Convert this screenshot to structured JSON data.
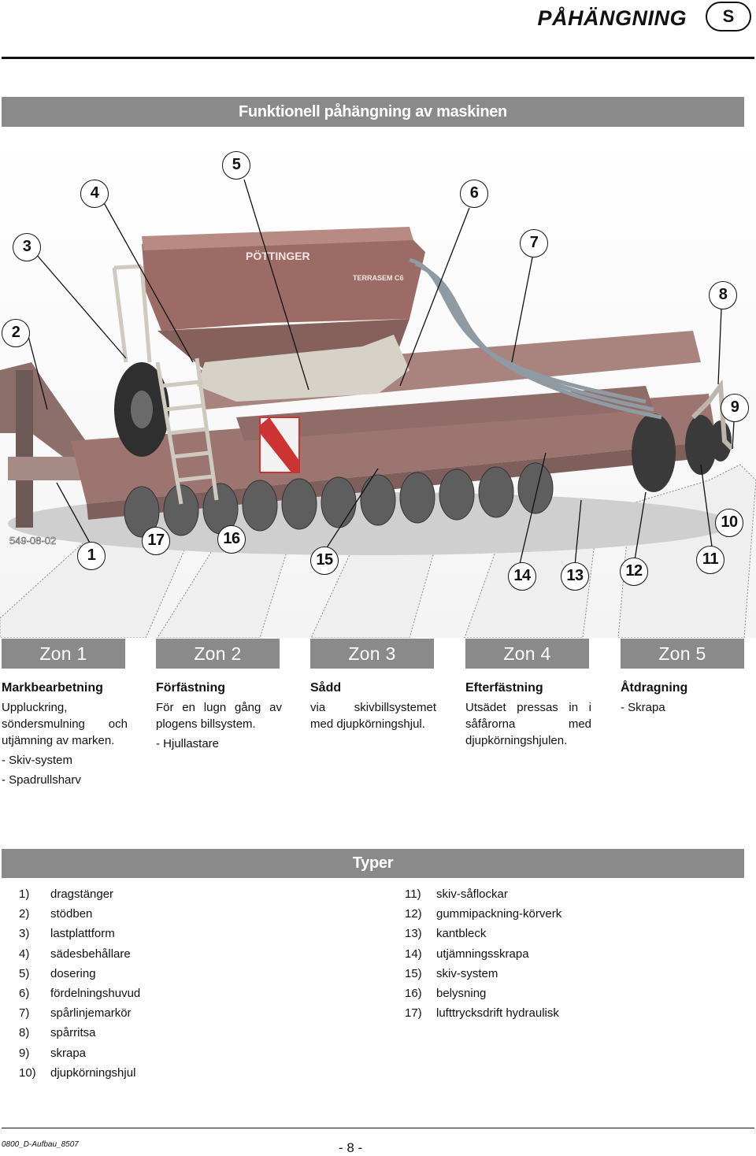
{
  "header": {
    "title": "PÅHÄNGNING",
    "lang": "S"
  },
  "section_title": "Funktionell påhängning av maskinen",
  "photo": {
    "machine_brand": "PÖTTINGER",
    "model_label": "TERRASEM C6",
    "image_code": "549-08-02"
  },
  "callouts": [
    "1",
    "2",
    "3",
    "4",
    "5",
    "6",
    "7",
    "8",
    "9",
    "10",
    "11",
    "12",
    "13",
    "14",
    "15",
    "16",
    "17"
  ],
  "zones": [
    {
      "label": "Zon 1",
      "heading": "Markbearbetning",
      "desc": "Uppluckring, söndersmulning och utjämning av marken.",
      "items": [
        "- Skiv-system",
        "- Spadrullsharv"
      ]
    },
    {
      "label": "Zon 2",
      "heading": "Förfästning",
      "desc": "För en lugn gång av plogens billsystem.",
      "items": [
        "- Hjullastare"
      ]
    },
    {
      "label": "Zon 3",
      "heading": "Sådd",
      "desc": "via skivbillsystemet med djupkörningshjul.",
      "items": []
    },
    {
      "label": "Zon 4",
      "heading": "Efterfästning",
      "desc": "Utsädet pressas in i såfårorna med djupkörningshjulen.",
      "items": []
    },
    {
      "label": "Zon 5",
      "heading": "Åtdragning",
      "desc": "- Skrapa",
      "items": []
    }
  ],
  "types_title": "Typer",
  "types_left": [
    {
      "num": "1)",
      "text": "dragstänger"
    },
    {
      "num": "2)",
      "text": "stödben"
    },
    {
      "num": "3)",
      "text": "lastplattform"
    },
    {
      "num": "4)",
      "text": "sädesbehållare"
    },
    {
      "num": "5)",
      "text": "dosering"
    },
    {
      "num": "6)",
      "text": "fördelningshuvud"
    },
    {
      "num": "7)",
      "text": "spårlinjemarkör"
    },
    {
      "num": "8)",
      "text": "spårritsa"
    },
    {
      "num": "9)",
      "text": "skrapa"
    },
    {
      "num": "10)",
      "text": "djupkörningshjul"
    }
  ],
  "types_right": [
    {
      "num": "11)",
      "text": "skiv-såflockar"
    },
    {
      "num": "12)",
      "text": "gummipackning-körverk"
    },
    {
      "num": "13)",
      "text": "kantbleck"
    },
    {
      "num": "14)",
      "text": "utjämningsskrapa"
    },
    {
      "num": "15)",
      "text": "skiv-system"
    },
    {
      "num": "16)",
      "text": "belysning"
    },
    {
      "num": "17)",
      "text": "lufttrycksdrift hydraulisk"
    }
  ],
  "footer": {
    "code": "0800_D-Aufbau_8507",
    "page": "- 8 -"
  }
}
